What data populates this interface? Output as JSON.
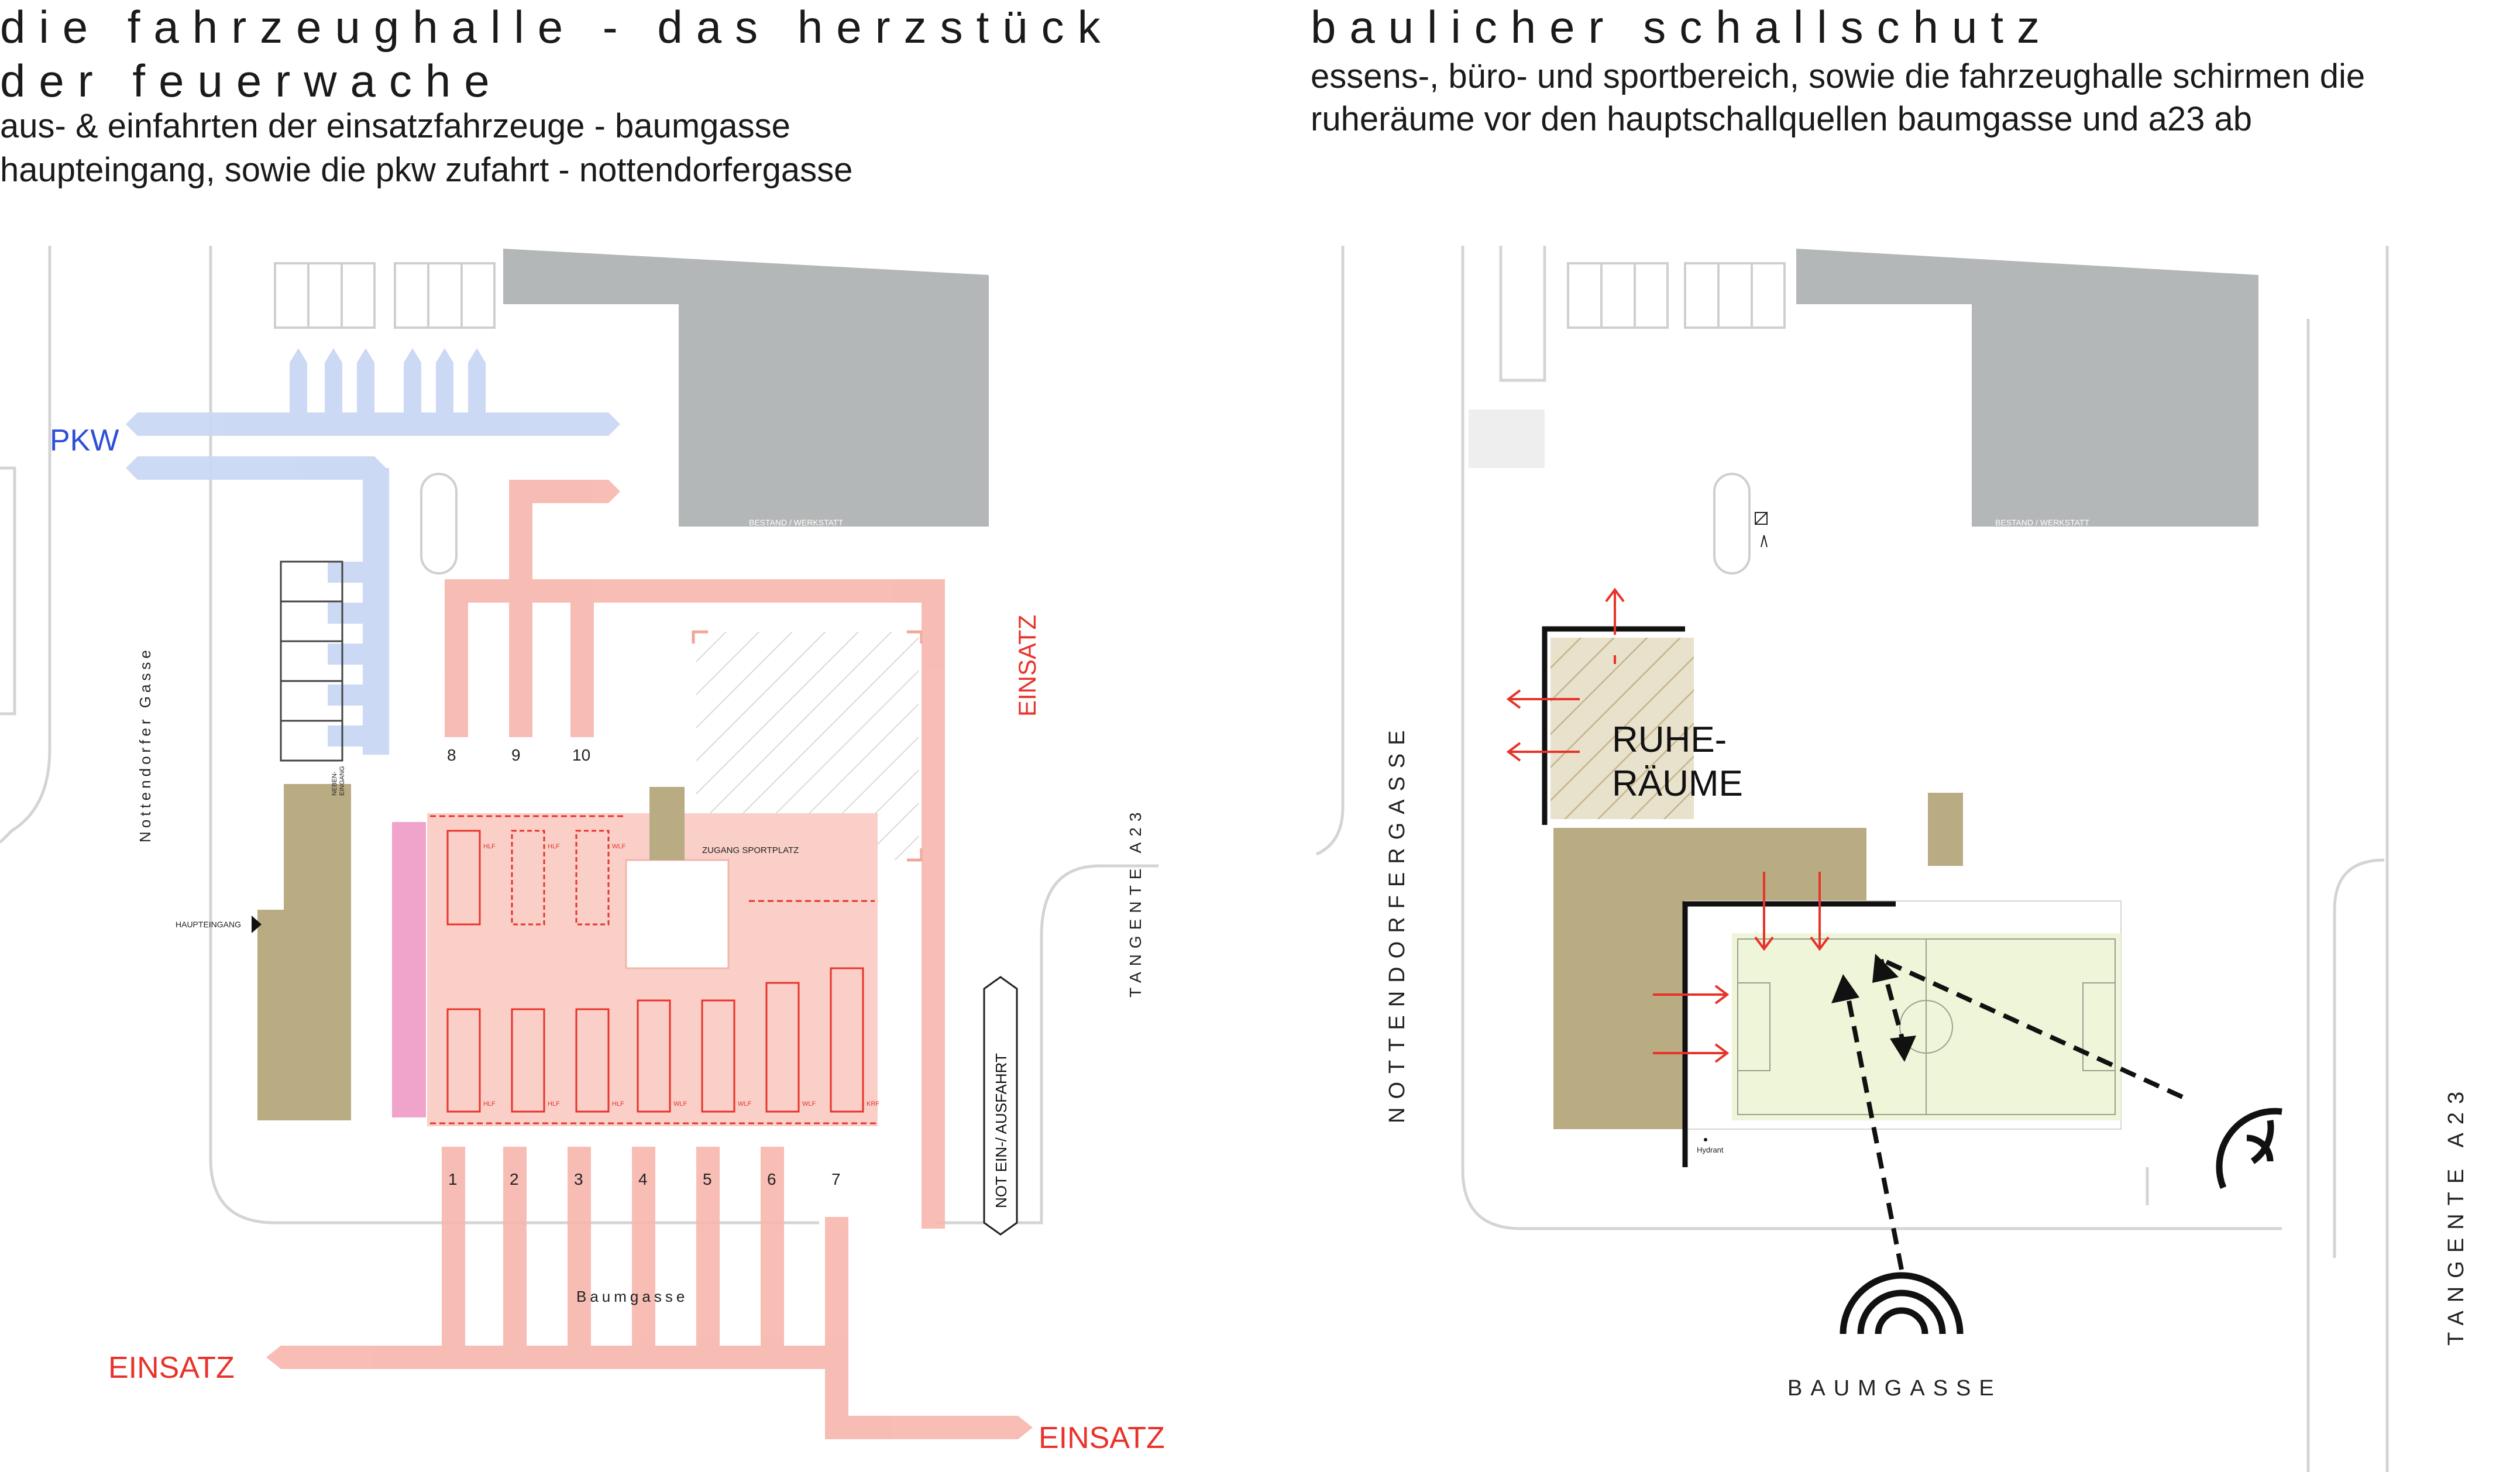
{
  "left": {
    "title_line1": "die fahrzeughalle - das herzstück",
    "title_line2": "der feuerwache",
    "subtitle_line1": "aus- & einfahrten der einsatzfahrzeuge - baumgasse",
    "subtitle_line2": "haupteingang, sowie die pkw zufahrt - nottendorfergasse",
    "labels": {
      "pkw": "PKW",
      "einsatz_right": "EINSATZ",
      "einsatz_bottom_left": "EINSATZ",
      "einsatz_bottom_right": "EINSATZ",
      "street_west": "Nottendorfer Gasse",
      "street_south": "Baumgasse",
      "street_east": "TANGENTE  A23",
      "bestand": "BESTAND / WERKSTATT",
      "nebeneingang_1": "NEBEN-",
      "nebeneingang_2": "EINGANG",
      "haupteingang": "HAUPTEINGANG",
      "zugang_sportplatz": "ZUGANG SPORTPLATZ",
      "not_ausfahrt": "NOT EIN-/ AUSFAHRT"
    },
    "bay_numbers_top": [
      "8",
      "9",
      "10"
    ],
    "bay_numbers_bottom": [
      "1",
      "2",
      "3",
      "4",
      "5",
      "6",
      "7"
    ],
    "vehicles_top": [
      "HLF",
      "HLF",
      "WLF"
    ],
    "vehicles_bottom": [
      "HLF",
      "HLF",
      "HLF",
      "WLF",
      "WLF",
      "WLF",
      "KRF"
    ]
  },
  "right": {
    "title": "baulicher schallschutz",
    "subtitle_line1": "essens-, büro- und sportbereich, sowie die fahrzeughalle schirmen die",
    "subtitle_line2": "ruheräume vor den hauptschallquellen baumgasse und a23 ab",
    "labels": {
      "ruhe_1": "RUHE-",
      "ruhe_2": "RÄUME",
      "street_west": "NOTTENDORFERGASSE",
      "street_south": "BAUMGASSE",
      "street_east": "TANGENTE  A23",
      "bestand": "BESTAND / WERKSTATT",
      "hydrant": "Hydrant"
    }
  },
  "colors": {
    "pkw_blue": "#2e4fd6",
    "einsatz_red": "#e8332a",
    "building_olive": "#b9ab82",
    "existing_grey": "#b4b7b7",
    "flow_pink": "#f7b6ad",
    "garage_pink": "#f9cfc8",
    "sport_green": "#eef5d8"
  }
}
